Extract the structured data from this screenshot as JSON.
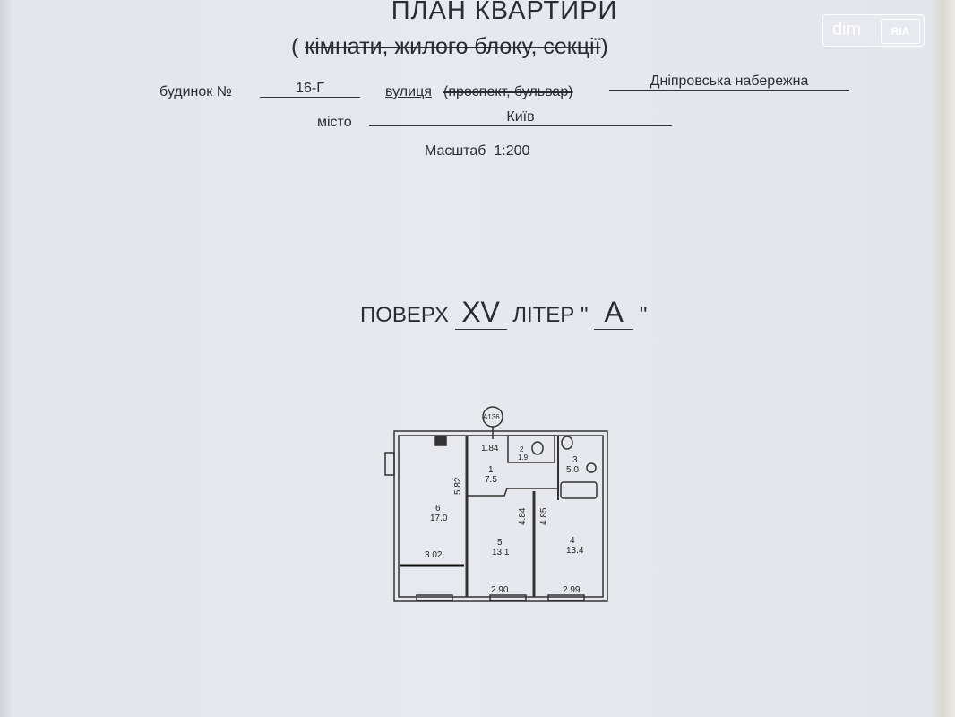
{
  "header": {
    "title": "ПЛАН КВАРТИРИ",
    "subtitle_open": "( ",
    "subtitle_struck": "кімнати, жилого блоку, секції",
    "subtitle_close": ")"
  },
  "address": {
    "building_label": "будинок №",
    "building_value": "16-Г",
    "street_label": "вулиця",
    "street_struck": "(проспект, бульвар)",
    "street_value": "Дніпровська набережна",
    "city_label": "місто",
    "city_value": "Київ",
    "scale_label": "Масштаб",
    "scale_value": "1:200"
  },
  "floor": {
    "floor_label": "ПОВЕРХ",
    "floor_value": "XV",
    "letter_label": "ЛІТЕР",
    "letter_open_quote": "\"",
    "letter_value": "A",
    "letter_close_quote": "\""
  },
  "plan": {
    "axis_marker": "A136",
    "rooms": [
      {
        "number": "1",
        "area": "7.5"
      },
      {
        "number": "2",
        "area": "1.9"
      },
      {
        "number": "3",
        "area": "5.0"
      },
      {
        "number": "4",
        "area": "13.4"
      },
      {
        "number": "5",
        "area": "13.1"
      },
      {
        "number": "6",
        "area": "17.0"
      }
    ],
    "dimensions": {
      "top_corridor": "1.84",
      "room6_depth": "5.82",
      "room5_depth": "4.84",
      "room4_depth": "4.85",
      "room6_width": "3.02",
      "room5_width": "2.90",
      "room4_width": "2.99"
    }
  },
  "watermark": {
    "brand": "dim",
    "badge": "RIA"
  }
}
